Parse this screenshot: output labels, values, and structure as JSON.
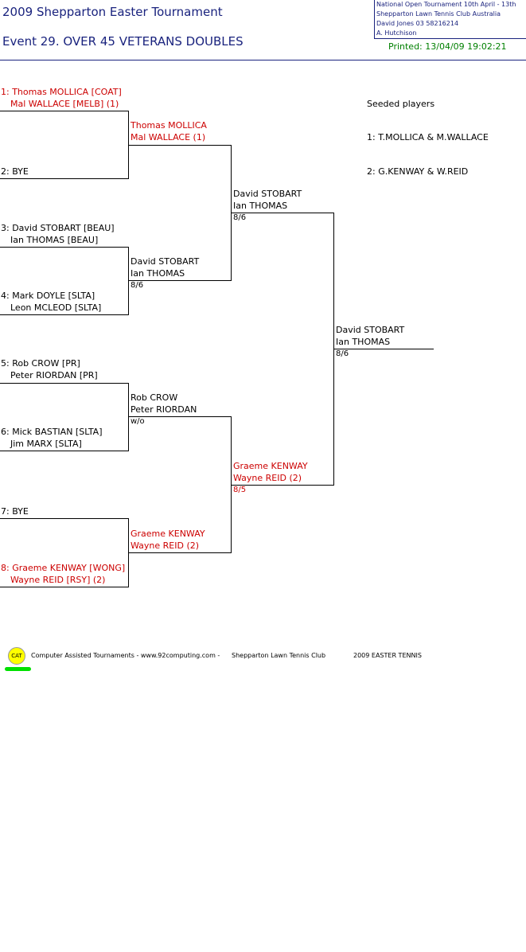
{
  "header": {
    "title": "2009 Shepparton Easter Tournament",
    "event": "Event 29. OVER 45 VETERANS DOUBLES",
    "info_lines": [
      "National Open Tournament   10th April - 13th",
      "Shepparton Lawn Tennis Club    Australia",
      "David Jones    03 58216214",
      "A. Hutchison"
    ],
    "printed": "Printed: 13/04/09 19:02:21"
  },
  "round1": [
    {
      "line1": "1: Thomas MOLLICA [COAT]",
      "line2": "Mal WALLACE [MELB] (1)",
      "seeded": true
    },
    {
      "line1": "2: BYE",
      "line2": "",
      "seeded": false
    },
    {
      "line1": "3: David STOBART [BEAU]",
      "line2": "Ian THOMAS [BEAU]",
      "seeded": false
    },
    {
      "line1": "4: Mark DOYLE [SLTA]",
      "line2": "Leon MCLEOD [SLTA]",
      "seeded": false
    },
    {
      "line1": "5: Rob CROW [PR]",
      "line2": "Peter RIORDAN [PR]",
      "seeded": false
    },
    {
      "line1": "6: Mick BASTIAN [SLTA]",
      "line2": "Jim MARX [SLTA]",
      "seeded": false
    },
    {
      "line1": "7: BYE",
      "line2": "",
      "seeded": false
    },
    {
      "line1": "8: Graeme KENWAY [WONG]",
      "line2": "Wayne REID [RSY] (2)",
      "seeded": true
    }
  ],
  "round2": [
    {
      "line1": "Thomas MOLLICA",
      "line2": "Mal WALLACE (1)",
      "score": "",
      "seeded": true
    },
    {
      "line1": "David STOBART",
      "line2": "Ian THOMAS",
      "score": "8/6",
      "seeded": false
    },
    {
      "line1": "Rob CROW",
      "line2": "Peter RIORDAN",
      "score": "w/o",
      "seeded": false
    },
    {
      "line1": "Graeme KENWAY",
      "line2": "Wayne REID (2)",
      "score": "",
      "seeded": true
    }
  ],
  "semis": [
    {
      "line1": "David STOBART",
      "line2": "Ian THOMAS",
      "score": "8/6",
      "seeded": false
    },
    {
      "line1": "Graeme KENWAY",
      "line2": "Wayne REID (2)",
      "score": "8/5",
      "seeded": true
    }
  ],
  "final": {
    "line1": "David STOBART",
    "line2": "Ian THOMAS",
    "score": "8/6"
  },
  "seeds": {
    "heading": "Seeded players",
    "items": [
      "1: T.MOLLICA & M.WALLACE",
      "2: G.KENWAY & W.REID"
    ]
  },
  "footer": {
    "logo_text": "CAT",
    "text1": "Computer Assisted Tournaments - www.92computing.com -",
    "text2": "Shepparton Lawn Tennis Club",
    "text3": "2009 EASTER TENNIS"
  },
  "colors": {
    "navy": "#1a237e",
    "red": "#cc0000",
    "green": "#008000",
    "logo_yellow": "#ffff00",
    "logo_bar": "#00e000"
  }
}
